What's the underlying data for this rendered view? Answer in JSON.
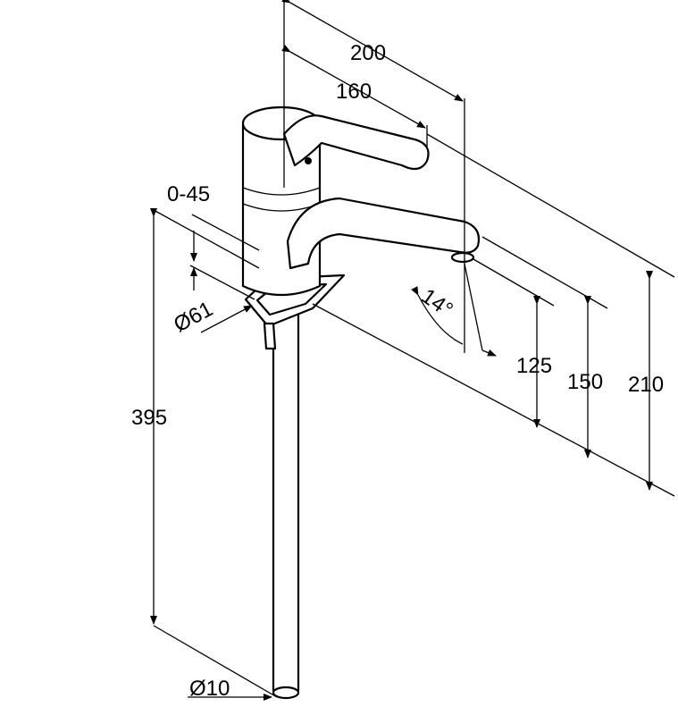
{
  "drawing": {
    "dimensions": {
      "total_reach": "200",
      "spout_reach": "160",
      "deck_thickness": "0-45",
      "base_diameter": "Ø61",
      "spout_angle": "14°",
      "outlet_height": "125",
      "spout_height": "150",
      "total_height": "210",
      "pipe_length": "395",
      "pipe_diameter": "Ø10"
    },
    "colors": {
      "line": "#000000",
      "background": "#ffffff"
    }
  }
}
